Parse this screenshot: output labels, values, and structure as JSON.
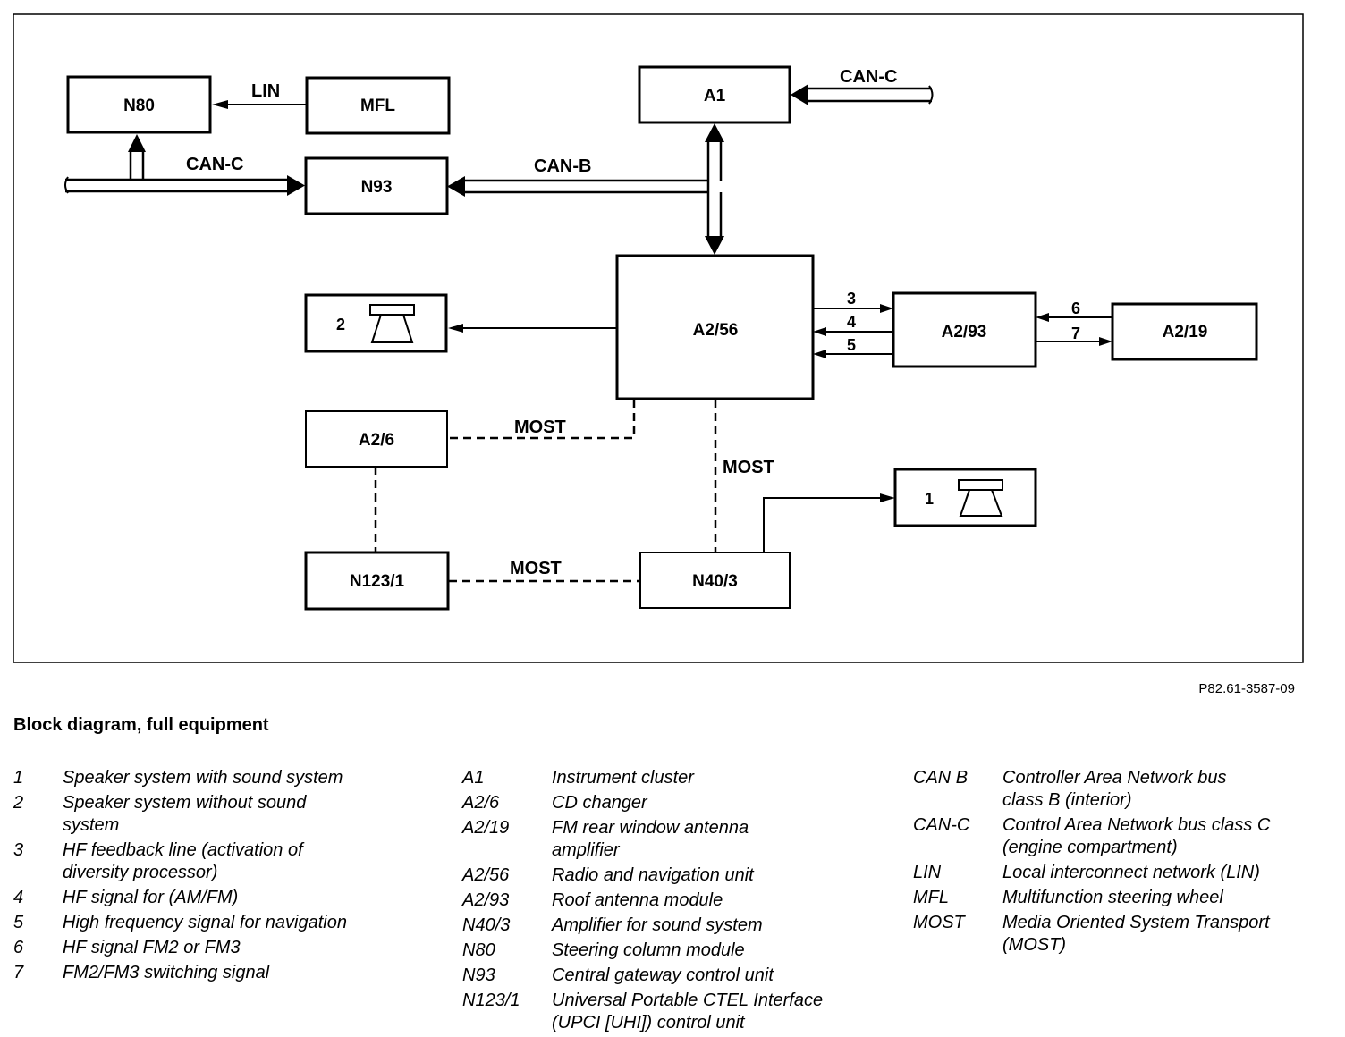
{
  "diagram": {
    "blocks": {
      "n80": "N80",
      "mfl": "MFL",
      "n93": "N93",
      "a1": "A1",
      "a256": "A2/56",
      "a293": "A2/93",
      "a219": "A2/19",
      "a26": "A2/6",
      "n1231": "N123/1",
      "n403": "N40/3",
      "spk2": "2",
      "spk1": "1"
    },
    "connections": {
      "lin": "LIN",
      "can_c_left": "CAN-C",
      "can_b": "CAN-B",
      "can_c_top": "CAN-C",
      "most_a26": "MOST",
      "most_vertical": "MOST",
      "most_n1231": "MOST",
      "line3": "3",
      "line4": "4",
      "line5": "5",
      "line6": "6",
      "line7": "7"
    }
  },
  "figure_code": "P82.61-3587-09",
  "caption": "Block diagram, full equipment",
  "legend": {
    "col1": [
      {
        "key": "1",
        "value": "Speaker system with sound system"
      },
      {
        "key": "2",
        "value": "Speaker system without sound system"
      },
      {
        "key": "3",
        "value": "HF feedback line (activation of diversity processor)"
      },
      {
        "key": "4",
        "value": "HF signal for (AM/FM)"
      },
      {
        "key": "5",
        "value": "High frequency signal for navigation"
      },
      {
        "key": "6",
        "value": "HF signal FM2 or FM3"
      },
      {
        "key": "7",
        "value": "FM2/FM3 switching signal"
      }
    ],
    "col2": [
      {
        "key": "A1",
        "value": "Instrument cluster"
      },
      {
        "key": "A2/6",
        "value": "CD changer"
      },
      {
        "key": "A2/19",
        "value": "FM rear window antenna amplifier"
      },
      {
        "key": "A2/56",
        "value": "Radio and navigation unit"
      },
      {
        "key": "A2/93",
        "value": "Roof antenna module"
      },
      {
        "key": "N40/3",
        "value": "Amplifier for sound system"
      },
      {
        "key": "N80",
        "value": "Steering column module"
      },
      {
        "key": "N93",
        "value": "Central gateway control unit"
      },
      {
        "key": "N123/1",
        "value": "Universal Portable CTEL Interface (UPCI [UHI]) control unit"
      }
    ],
    "col3": [
      {
        "key": "CAN B",
        "value": "Controller Area Network bus class B (interior)"
      },
      {
        "key": "CAN-C",
        "value": "Control Area Network bus class C (engine compartment)"
      },
      {
        "key": "LIN",
        "value": "Local interconnect network (LIN)"
      },
      {
        "key": "MFL",
        "value": "Multifunction steering wheel"
      },
      {
        "key": "MOST",
        "value": "Media Oriented System Transport (MOST)"
      }
    ]
  }
}
